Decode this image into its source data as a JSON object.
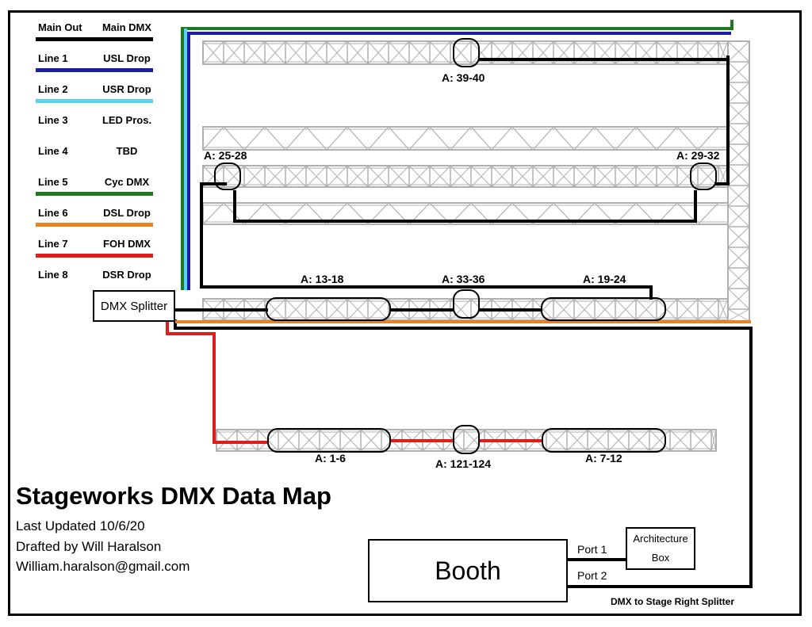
{
  "legend": [
    {
      "left": "Main Out",
      "right": "Main DMX",
      "color": "#000000"
    },
    {
      "left": "Line 1",
      "right": "USL Drop",
      "color": "#1b1fa6"
    },
    {
      "left": "Line 2",
      "right": "USR Drop",
      "color": "#5cd0f2"
    },
    {
      "left": "Line 3",
      "right": "LED Pros.",
      "color": ""
    },
    {
      "left": "Line 4",
      "right": "TBD",
      "color": ""
    },
    {
      "left": "Line 5",
      "right": "Cyc DMX",
      "color": "#1f7a1f"
    },
    {
      "left": "Line 6",
      "right": "DSL Drop",
      "color": "#e8821e"
    },
    {
      "left": "Line 7",
      "right": "FOH DMX",
      "color": "#e21b1b"
    },
    {
      "left": "Line 8",
      "right": "DSR Drop",
      "color": ""
    }
  ],
  "addresses": {
    "a39_40": "A: 39-40",
    "a25_28": "A: 25-28",
    "a29_32": "A: 29-32",
    "a13_18": "A: 13-18",
    "a33_36": "A: 33-36",
    "a19_24": "A: 19-24",
    "a1_6": "A: 1-6",
    "a121_124": "A: 121-124",
    "a7_12": "A: 7-12"
  },
  "splitter": "DMX Splitter",
  "booth": "Booth",
  "architecture_box": {
    "line1": "Architecture",
    "line2": "Box"
  },
  "ports": {
    "port1": "Port 1",
    "port2": "Port 2"
  },
  "stage_right_splitter": "DMX to Stage Right Splitter",
  "title": "Stageworks DMX Data Map",
  "info": {
    "updated": "Last Updated 10/6/20",
    "drafted": "Drafted by Will Haralson",
    "email": "William.haralson@gmail.com"
  }
}
